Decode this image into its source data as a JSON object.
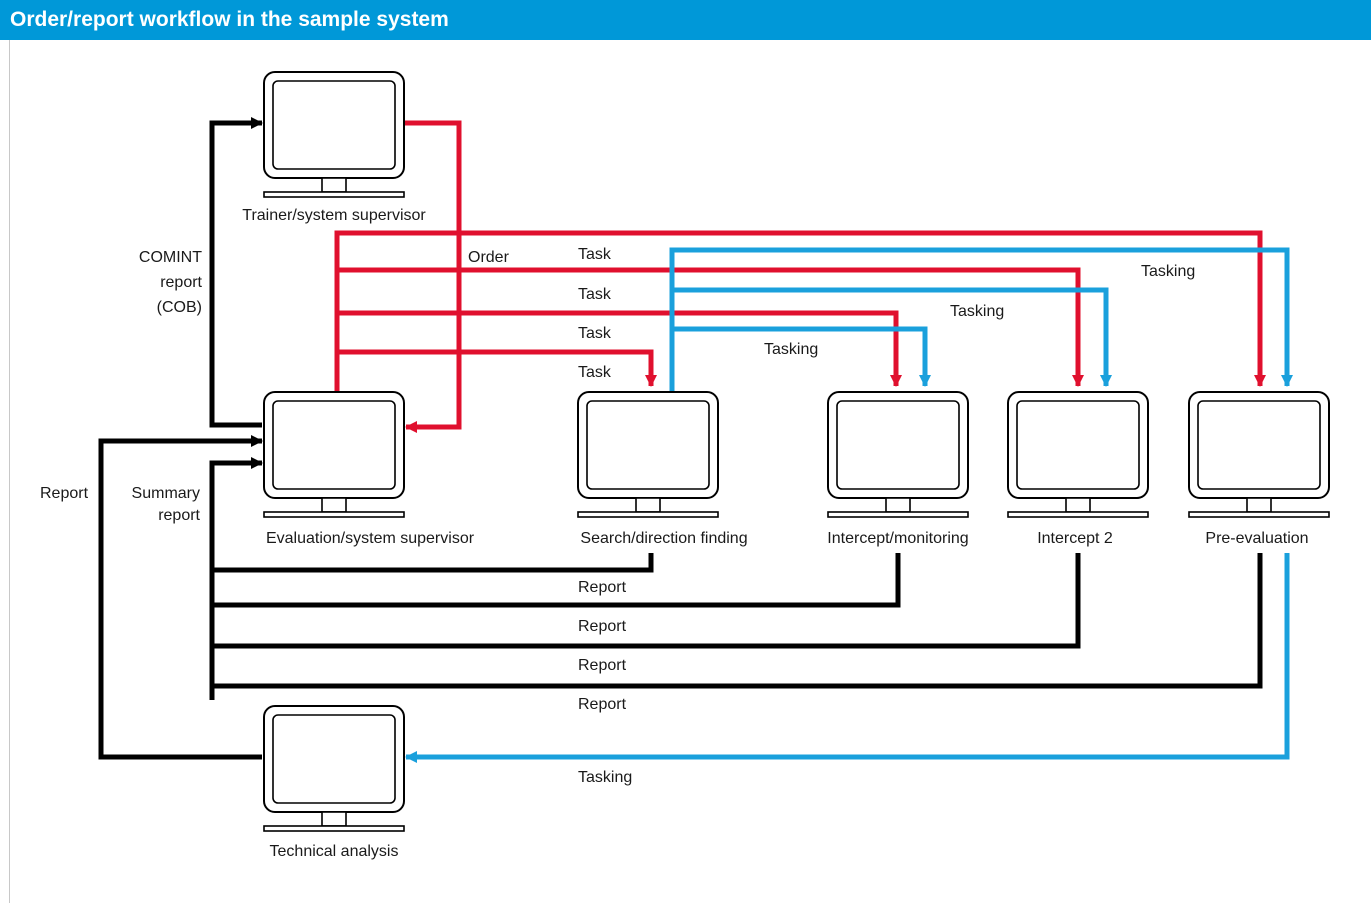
{
  "title": "Order/report workflow in the sample system",
  "colors": {
    "banner": "#0098d8",
    "order_task": "#e0102e",
    "tasking": "#1aa0dc",
    "report": "#000000"
  },
  "nodes": {
    "trainer": "Trainer/system supervisor",
    "evaluation": "Evaluation/system supervisor",
    "search": "Search/direction finding",
    "intercept_monitoring": "Intercept/monitoring",
    "intercept2": "Intercept 2",
    "pre_evaluation": "Pre-evaluation",
    "technical_analysis": "Technical analysis"
  },
  "labels": {
    "comint_line1": "COMINT",
    "comint_line2": "report",
    "comint_line3": "(COB)",
    "order": "Order",
    "task": "Task",
    "tasking": "Tasking",
    "report": "Report",
    "summary_line1": "Summary",
    "summary_line2": "report"
  }
}
